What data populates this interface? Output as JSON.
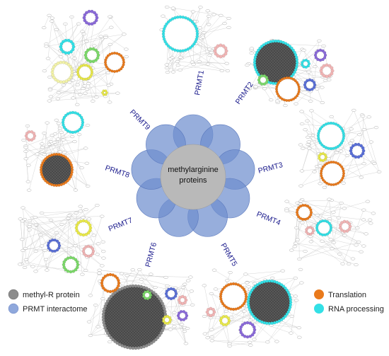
{
  "center": {
    "line1": "methylarginine",
    "line2": "proteins"
  },
  "prmt_labels": [
    "PRMT1",
    "PRMT2",
    "PRMT3",
    "PRMT4",
    "PRMT5",
    "PRMT6",
    "PRMT7",
    "PRMT8",
    "PRMT9"
  ],
  "legend": {
    "methyl_r": "methyl-R protein",
    "interactome": "PRMT interactome",
    "translation": "Translation",
    "rna_processing": "RNA processing"
  },
  "colors": {
    "methyl_r": "#8c8c8c",
    "interactome": "#8fa8dc",
    "petal": "#6f8fcf",
    "center_fill": "#b9b9b9",
    "translation": "#e97a1c",
    "rna_processing": "#33e0e6",
    "label": "#1a1a8c",
    "green": "#7cd86a",
    "yellow": "#e8e84a",
    "purple": "#8a6ad8",
    "pink": "#f0b4b4",
    "blue_ring": "#5a6fd6"
  }
}
